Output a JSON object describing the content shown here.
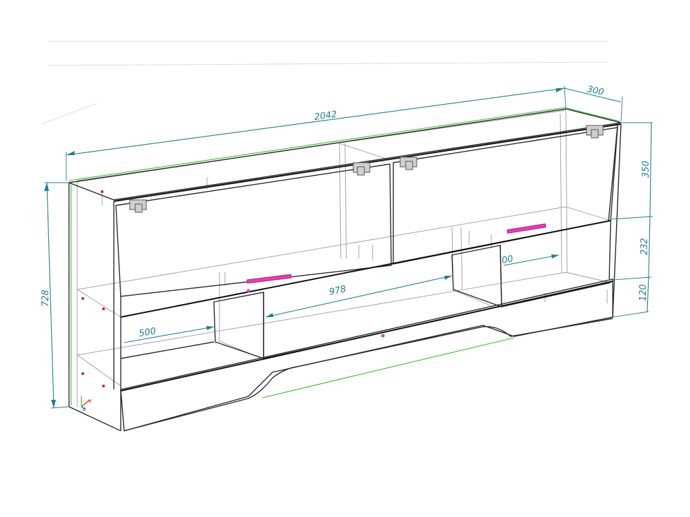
{
  "dimensions": {
    "overall_width": "2042",
    "depth": "300",
    "overall_height": "728",
    "upper_section_height": "350",
    "middle_section_height": "232",
    "plinth_height": "120",
    "left_compartment_width": "500",
    "center_compartment_width": "978",
    "right_compartment_width": "00"
  },
  "colors": {
    "dimension_line": "#1f7f8f",
    "outline": "#2a2a2a",
    "hidden_line": "#9a9a9a",
    "axis_x": "#d22020",
    "axis_y": "#37c02a",
    "axis_z": "#2040d0",
    "handle": "#e23fb4"
  },
  "axis_labels": {
    "x": "x",
    "z": "z"
  }
}
